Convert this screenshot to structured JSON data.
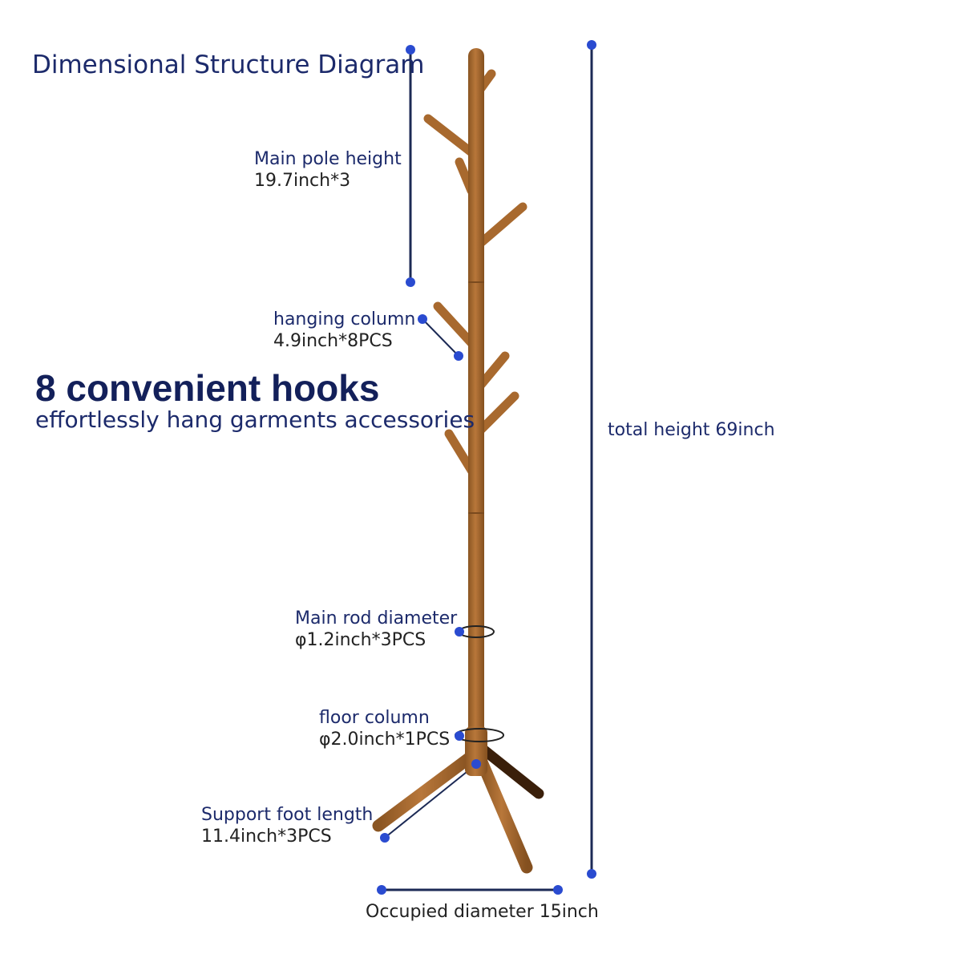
{
  "title": "Dimensional Structure Diagram",
  "feature": {
    "headline": "8 convenient hooks",
    "subline": "effortlessly hang garments accessories"
  },
  "annotations": {
    "main_pole": {
      "name": "Main pole height",
      "value": "19.7inch*3"
    },
    "hanging_column": {
      "name": "hanging column",
      "value": "4.9inch*8PCS"
    },
    "main_rod": {
      "name": "Main rod diameter",
      "value": "φ1.2inch*3PCS"
    },
    "floor_column": {
      "name": "floor column",
      "value": "φ2.0inch*1PCS"
    },
    "support_foot": {
      "name": "Support foot length",
      "value": "11.4inch*3PCS"
    },
    "total_height": "total height 69inch",
    "occupied_diameter": "Occupied diameter 15inch"
  },
  "colors": {
    "wood": "#a8692e",
    "wood_dark": "#7a4a1e",
    "marker": "#2a4bd0",
    "dimension_line": "#1c2a55",
    "text": "#1c2a6b"
  }
}
